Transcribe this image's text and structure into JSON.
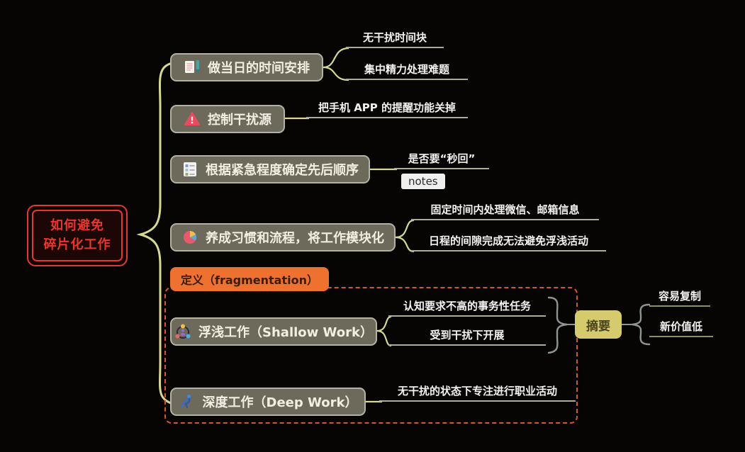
{
  "root": {
    "title_line1": "如何避免",
    "title_line2": "碎片化工作"
  },
  "branches": [
    {
      "label": "做当日的时间安排",
      "icon": "memo-icon",
      "children": [
        {
          "label": "无干扰时间块"
        },
        {
          "label": "集中精力处理难题"
        }
      ]
    },
    {
      "label": "控制干扰源",
      "icon": "warning-icon",
      "children": [
        {
          "label": "把手机 APP 的提醒功能关掉"
        }
      ]
    },
    {
      "label": "根据紧急程度确定先后顺序",
      "icon": "checklist-icon",
      "children": [
        {
          "label": "是否要“秒回”",
          "note": "notes"
        }
      ]
    },
    {
      "label": "养成习惯和流程，将工作模块化",
      "icon": "pie-chart-icon",
      "children": [
        {
          "label": "固定时间内处理微信、邮箱信息"
        },
        {
          "label": "日程的间隙完成无法避免浮浅活动"
        }
      ]
    }
  ],
  "boundary": {
    "label": "定义（fragmentation）"
  },
  "definition_branches": [
    {
      "label": "浮浅工作（Shallow Work）",
      "icon": "group-icon",
      "children": [
        {
          "label": "认知要求不高的事务性任务"
        },
        {
          "label": "受到干扰下开展"
        }
      ]
    },
    {
      "label": "深度工作（Deep Work）",
      "icon": "person-icon",
      "children": [
        {
          "label": "无干扰的状态下专注进行职业活动"
        }
      ]
    }
  ],
  "summary": {
    "label": "摘要",
    "children": [
      {
        "label": "容易复制"
      },
      {
        "label": "新价值低"
      }
    ]
  },
  "colors": {
    "background": "#070404",
    "root_red": "#e23a2e",
    "topic_bg": "#6e6a5b",
    "topic_border": "#b6b2a1",
    "branch_line": "#d6d893",
    "leaf_underline": "#abae94",
    "boundary_fill": "#ee7130",
    "boundary_dash": "#d4562d",
    "summary_bg": "#d6ca6e",
    "brace_gray": "#8d9694",
    "notes_bg": "#efefef"
  }
}
